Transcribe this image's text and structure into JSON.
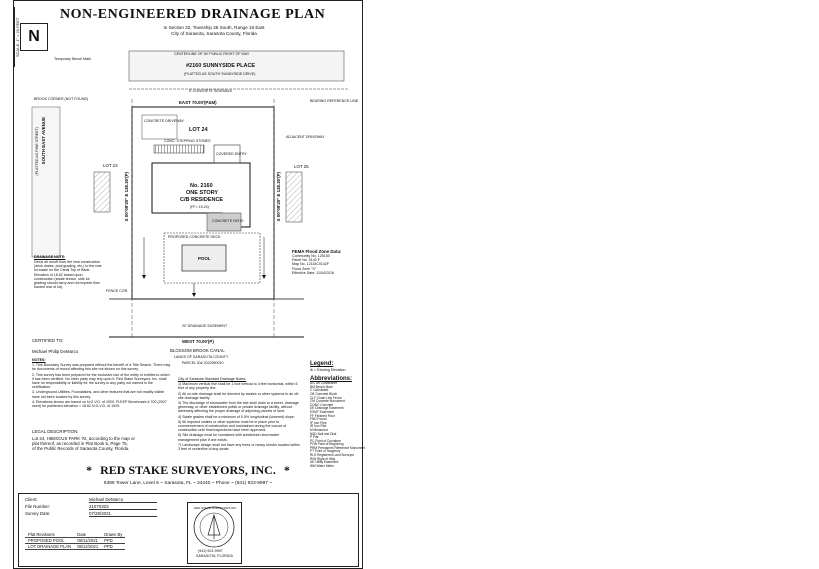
{
  "header": {
    "scale_text": "SCALE: 1\" = 20 FEET",
    "north_letter": "N",
    "title": "NON-ENGINEERED DRAINAGE PLAN",
    "location_line1": "In Section 32, Township 36 South, Range 18 East",
    "location_line2": "City of Sarasota, Sarasota County, Florida"
  },
  "plan": {
    "benchmark": "Temporary Bench Mark",
    "street_centerline": "CENTERLINE OF 50' PUBLIC RIGHT OF WAY",
    "street_name": "#2160 SUNNYSIDE PLACE",
    "street_platted": "(PLATTED AS SOUTH SUNNYSIDE DRIVE)",
    "sidewalk": "5' CONCRETE SIDEWALK",
    "north_line": "EAST 70.00'(P&M)",
    "brook_corner": "BROOK CORNER (NOT FOUND)",
    "bearing_ref": "BEARING REFERENCE LINE",
    "avenue_name": "SOUTH EAST AVENUE",
    "avenue_platted": "(PLATTED AS PINE STREET)",
    "lot_label": "LOT 24",
    "lot_left": "LOT 23",
    "lot_right": "LOT 25",
    "concrete_driveway": "CONCRETE DRIVEWAY",
    "adjacent_driveway": "ADJACENT DRIVEWAY",
    "steps": "CONC. STEPPING STONES",
    "covered_entry": "COVERED ENTRY",
    "house_number": "No. 2160",
    "house_story": "ONE STORY",
    "house_type": "C/B RESIDENCE",
    "house_ffe": "(FF= 15.24)",
    "west_dim": "S 00°09'20\" E 138.30'(P)",
    "east_dim": "S 00°09'20\" E 138.30'(P)",
    "concrete_patio": "CONCRETE PATIO",
    "pool": "POOL",
    "proposed_deck": "PROPOSED CONCRETE DECK",
    "fence": "FENCE COR.",
    "drainage_easement": "20' DRAINAGE EASEMENT",
    "south_line": "WEST 70.00'(P)",
    "canal1": "BLOSSOM BROOK CANAL",
    "canal2": "LANDS OF SARASOTA COUNTY",
    "canal3": "PARCEL ID# 2022050010",
    "drainage_note_title": "DRAINAGE NOTE:",
    "drainage_note": "Direct all runoff from the new construction (deck drains, pool grading, etc.) to the rear lot swale on the Canal Top of Bank. Elevation of 18.62 based upon construction (swale shown, side lot grading should carry and not impede flow toward rear of lot)."
  },
  "flood": {
    "title": "FEMA Flood Zone Data:",
    "community": "Community No. 125150",
    "panel": "Panel No. 0142 F",
    "map": "Map No. 12115C0142F",
    "zone": "Flood Zone \"X\"",
    "effective": "Effective Date: 11/04/2016"
  },
  "certified": {
    "label": "CERTIFIED TO:",
    "name": "Michael Philip DeMarco"
  },
  "notes": {
    "title": "NOTES:",
    "n1": "1. This Boundary Survey was prepared without the benefit of a Title Search. There may be documents of record affecting this site not shown on this survey.",
    "n2": "2. This survey has been prepared for the exclusive use of the entity or entities to which it has been certified. No other party may rely upon it. Red Stake Surveyors, Inc. shall have no responsibility or liability for the survey to any party not named in the certification.",
    "n3": "3. Underground Utilities, Foundations, and other features that are not readily visible have not been located by this survey.",
    "n4": "4. Elevations shown are based on N.G.V.D. of 1929. FLEEP Benchmark # 700 (2007 used) for published elevation = 18.62 N.G.V.D. of 1929."
  },
  "legal": {
    "title": "LEGAL DESCRIPTION:",
    "text1": "Lot 24, HIBISCUS PARK #2, according to the map or",
    "text2": "plat thereof, as recorded in Plat Book 5, Page 75,",
    "text3": "of the Public Records of Sarasota County, Florida."
  },
  "drainage_notes": {
    "title": "City of Sarasota Standard Drainage Notes:",
    "items": [
      "1) Maximum vertical rise shall be 1 foot vertical to 4 feet horizontal, within 5 feet of any property line.",
      "2) All on-site drainage shall be directed by swales or other systems to an off-site drainage facility.",
      "3) The discharge of stormwater from the site shall drain to a street, drainage greenway, or other established public or private drainage facility, without adversely affecting the proper drainage of adjoining parcels of land.",
      "4) Swale grades shall be a minimum of 0.5% longitudinal (lowered) slope.",
      "5) All required swales or other systems must be in place prior to commencement of construction and maintained during the course of construction until final inspections have been approved.",
      "6) Site drainage must be consistent with subdivision stormwater management plan if one exists.",
      "7) Landscape design shall not have any trees or heavy shrubs located within 3 feet of centerline of any swale."
    ]
  },
  "legend": {
    "title": "Legend:",
    "existing": "= Existing Elevation",
    "abbr_title": "Abbreviations:",
    "abbr": [
      "A/C Air Conditioner",
      "BM Bench Mark",
      "C Calculated",
      "CB Concrete Block",
      "CLF Chain Link Fence",
      "CM Concrete Monument",
      "CONC Concrete",
      "DE Drainage Easement",
      "ESMT Easement",
      "FF Finished Floor",
      "FND Found",
      "IP Iron Pipe",
      "IR Iron Rod",
      "M Measured",
      "N&D Nail and Disk",
      "P Plat",
      "PC Point of Curvature",
      "POB Point of Beginning",
      "PRM Permanent Reference Monument",
      "PT Point of Tangency",
      "RLS Registered Land Surveyor",
      "R/W Right of Way",
      "UE Utility Easement",
      "WM Water Meter"
    ]
  },
  "company": {
    "star": "*",
    "name": "RED STAKE SURVEYORS, INC.",
    "address": "6389 Tower Lane, Level 6 ~ Sarasota, FL ~ 34240 ~ Phone ~ (941) 923-9997 ~"
  },
  "info": {
    "client_label": "Client:",
    "client": "Michael DeMarco",
    "file_label": "File Number:",
    "file": "21070323",
    "date_label": "Survey Date:",
    "date": "07/28/2021",
    "rev_header": [
      "Plat Revisions",
      "Date",
      "Drawn By"
    ],
    "revisions": [
      [
        "PROPOSED POOL",
        "08/11/2021",
        "PPD"
      ],
      [
        "LOT DRAINAGE PLAN",
        "08/12/2021",
        "PPD"
      ]
    ],
    "seal_top": "RED STAKE SURVEYORS INC",
    "seal_phone": "(941) 923-9997",
    "seal_city": "SARASOTA, FLORIDA"
  }
}
